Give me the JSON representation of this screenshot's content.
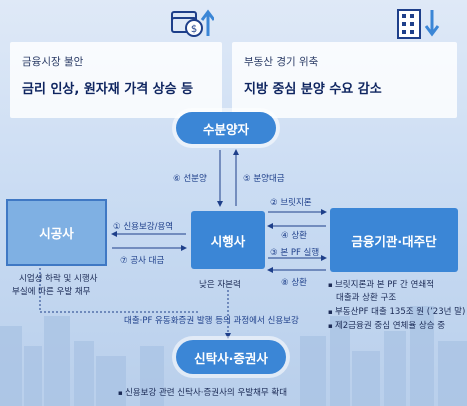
{
  "header": {
    "left_sub": "금융시장 불안",
    "left_main": "금리 인상, 원자재 가격 상승 등",
    "right_sub": "부동산 경기 위축",
    "right_main": "지방 중심 분양 수요 감소"
  },
  "nodes": {
    "buyer": "수분양자",
    "constructor": "시공사",
    "developer": "시행사",
    "finance": "금융기관·대주단",
    "trust": "신탁사·증권사"
  },
  "flows": {
    "f6": "⑥ 선분양",
    "f5": "⑤ 분양대금",
    "f1": "① 신용보강/용역",
    "f7": "⑦ 공사 대금",
    "f2": "② 브릿지론",
    "f4": "④ 상환",
    "f3": "③ 본 PF 실행",
    "f8": "⑧ 상환",
    "guarantee": "대출·PF 유동화증권 발행 등의 과정에서 신용보강"
  },
  "notes": {
    "constructor": [
      "시업성 하락 및 시행사",
      "부실에 따른 우발 채무"
    ],
    "developer": "낮은 자본력",
    "finance": [
      "브릿지론과 본 PF 간 연쇄적",
      "대출과 상환 구조",
      "부동산PF 대출 135조 원 (’23년 말)",
      "제2금융권 중심 연체율 상승 중"
    ],
    "trust": "신용보강 관련 신탁사·증권사의 우발채무 확대"
  },
  "icons": {
    "left": "money-up-icon",
    "right": "building-down-icon"
  },
  "colors": {
    "accent": "#3b86d6",
    "constructor_fill": "#7fb0e3",
    "label_text": "#1e3f8a"
  }
}
